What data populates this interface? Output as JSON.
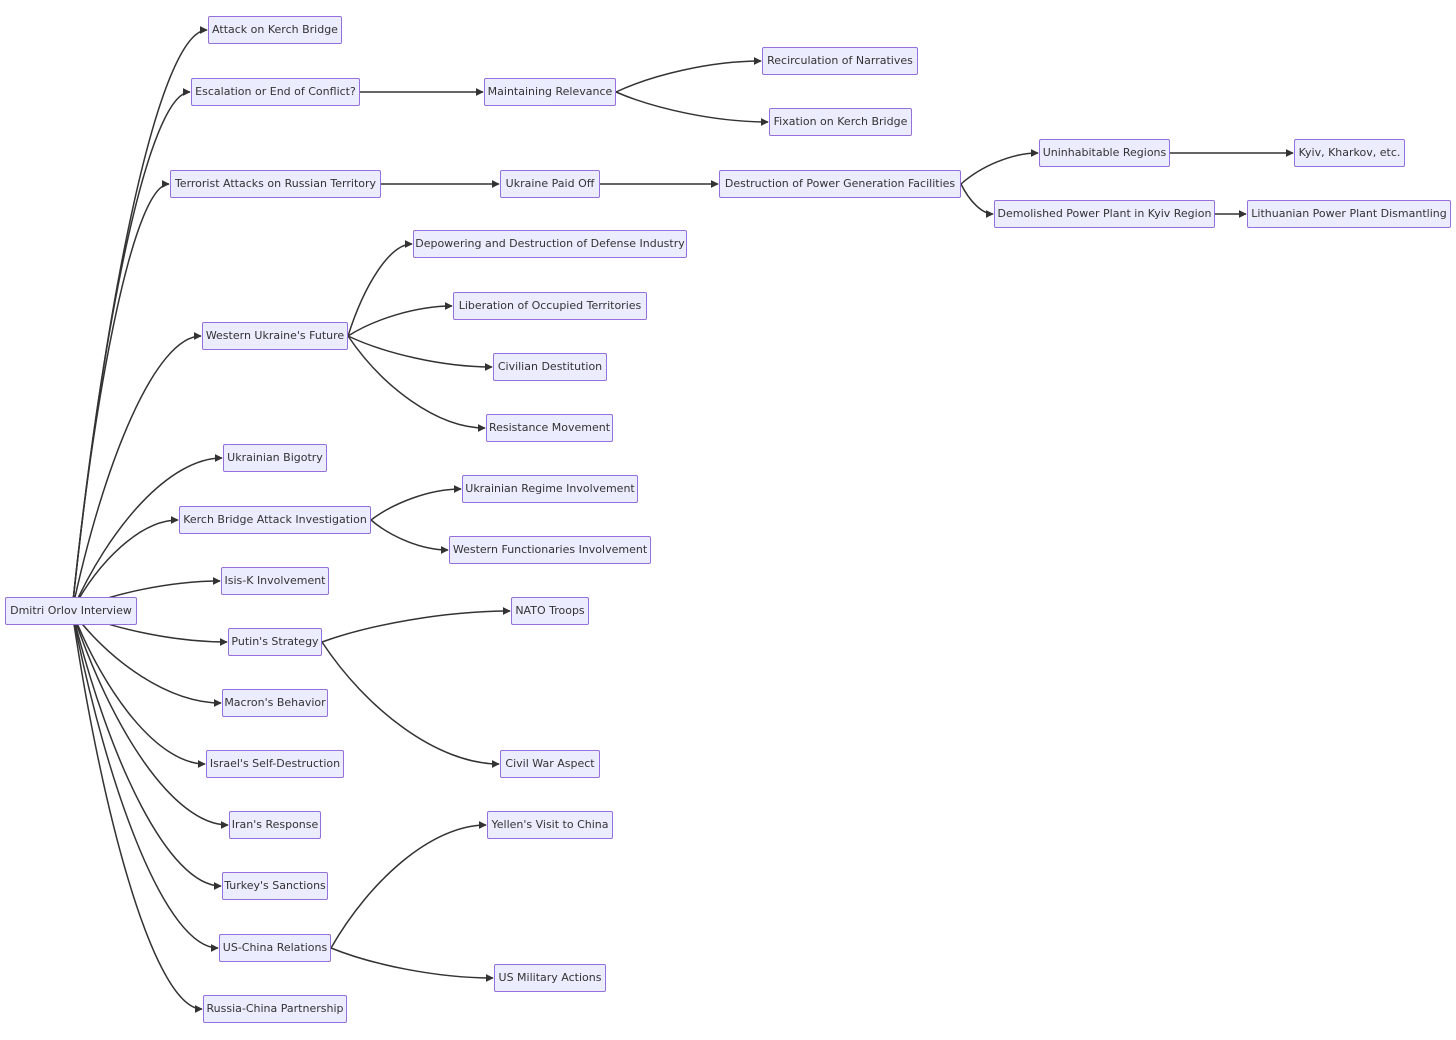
{
  "colors": {
    "node_fill": "#ECECFF",
    "node_border": "#9370DB",
    "edge": "#333333",
    "text": "#333333",
    "background": "#FFFFFF"
  },
  "nodes": [
    {
      "id": "root",
      "label": "Dmitri Orlov Interview"
    },
    {
      "id": "kerch-attack",
      "label": "Attack on Kerch Bridge"
    },
    {
      "id": "escalation",
      "label": "Escalation or End of Conflict?"
    },
    {
      "id": "terrorist",
      "label": "Terrorist Attacks on Russian Territory"
    },
    {
      "id": "western-future",
      "label": "Western Ukraine's Future"
    },
    {
      "id": "bigotry",
      "label": "Ukrainian Bigotry"
    },
    {
      "id": "kerch-investigation",
      "label": "Kerch Bridge Attack Investigation"
    },
    {
      "id": "isis-k",
      "label": "Isis-K Involvement"
    },
    {
      "id": "putin-strategy",
      "label": "Putin's Strategy"
    },
    {
      "id": "macron",
      "label": "Macron's Behavior"
    },
    {
      "id": "israel",
      "label": "Israel's Self-Destruction"
    },
    {
      "id": "iran",
      "label": "Iran's Response"
    },
    {
      "id": "turkey",
      "label": "Turkey's Sanctions"
    },
    {
      "id": "us-china",
      "label": "US-China Relations"
    },
    {
      "id": "russia-china",
      "label": "Russia-China Partnership"
    },
    {
      "id": "maintaining",
      "label": "Maintaining Relevance"
    },
    {
      "id": "recirculation",
      "label": "Recirculation of Narratives"
    },
    {
      "id": "fixation",
      "label": "Fixation on Kerch Bridge"
    },
    {
      "id": "ukraine-paid",
      "label": "Ukraine Paid Off"
    },
    {
      "id": "power-destruction",
      "label": "Destruction of Power Generation Facilities"
    },
    {
      "id": "uninhabitable",
      "label": "Uninhabitable Regions"
    },
    {
      "id": "kyiv-kharkov",
      "label": "Kyiv, Kharkov, etc."
    },
    {
      "id": "demolished",
      "label": "Demolished Power Plant in Kyiv Region"
    },
    {
      "id": "lithuanian",
      "label": "Lithuanian Power Plant Dismantling"
    },
    {
      "id": "depowering",
      "label": "Depowering and Destruction of Defense Industry"
    },
    {
      "id": "liberation",
      "label": "Liberation of Occupied Territories"
    },
    {
      "id": "civilian",
      "label": "Civilian Destitution"
    },
    {
      "id": "resistance",
      "label": "Resistance Movement"
    },
    {
      "id": "regime",
      "label": "Ukrainian Regime Involvement"
    },
    {
      "id": "functionaries",
      "label": "Western Functionaries Involvement"
    },
    {
      "id": "nato",
      "label": "NATO Troops"
    },
    {
      "id": "civil-war",
      "label": "Civil War Aspect"
    },
    {
      "id": "yellen",
      "label": "Yellen's Visit to China"
    },
    {
      "id": "us-military",
      "label": "US Military Actions"
    }
  ],
  "edges": [
    [
      "root",
      "kerch-attack"
    ],
    [
      "root",
      "escalation"
    ],
    [
      "root",
      "terrorist"
    ],
    [
      "root",
      "western-future"
    ],
    [
      "root",
      "bigotry"
    ],
    [
      "root",
      "kerch-investigation"
    ],
    [
      "root",
      "isis-k"
    ],
    [
      "root",
      "putin-strategy"
    ],
    [
      "root",
      "macron"
    ],
    [
      "root",
      "israel"
    ],
    [
      "root",
      "iran"
    ],
    [
      "root",
      "turkey"
    ],
    [
      "root",
      "us-china"
    ],
    [
      "root",
      "russia-china"
    ],
    [
      "escalation",
      "maintaining"
    ],
    [
      "maintaining",
      "recirculation"
    ],
    [
      "maintaining",
      "fixation"
    ],
    [
      "terrorist",
      "ukraine-paid"
    ],
    [
      "ukraine-paid",
      "power-destruction"
    ],
    [
      "power-destruction",
      "uninhabitable"
    ],
    [
      "uninhabitable",
      "kyiv-kharkov"
    ],
    [
      "power-destruction",
      "demolished"
    ],
    [
      "demolished",
      "lithuanian"
    ],
    [
      "western-future",
      "depowering"
    ],
    [
      "western-future",
      "liberation"
    ],
    [
      "western-future",
      "civilian"
    ],
    [
      "western-future",
      "resistance"
    ],
    [
      "kerch-investigation",
      "regime"
    ],
    [
      "kerch-investigation",
      "functionaries"
    ],
    [
      "putin-strategy",
      "nato"
    ],
    [
      "putin-strategy",
      "civil-war"
    ],
    [
      "us-china",
      "yellen"
    ],
    [
      "us-china",
      "us-military"
    ]
  ]
}
